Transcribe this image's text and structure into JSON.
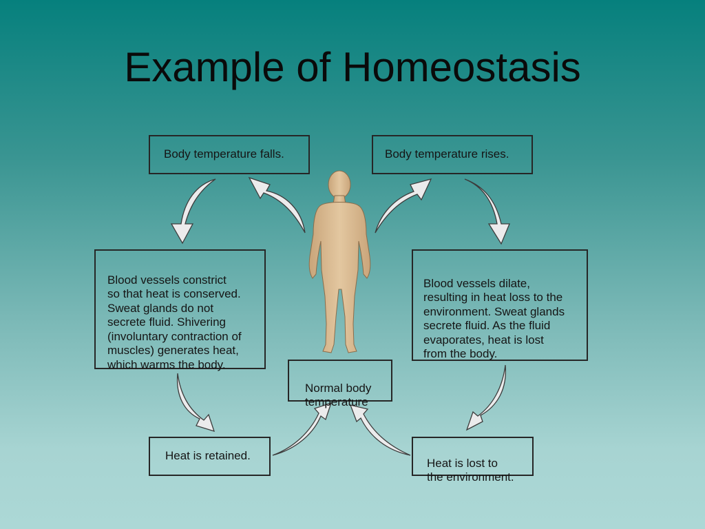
{
  "title": "Example of Homeostasis",
  "boxes": {
    "temp_falls": "Body temperature falls.",
    "temp_rises": "Body temperature rises.",
    "constrict": "Blood vessels constrict\nso that heat is conserved.\nSweat glands do not\nsecrete fluid. Shivering\n(involuntary contraction of\nmuscles) generates heat,\nwhich warms the body.",
    "dilate": "Blood vessels dilate,\nresulting in heat loss to the\nenvironment. Sweat glands\nsecrete fluid. As the fluid\nevaporates, heat is lost\nfrom the body.",
    "normal": "Normal body\ntemperature",
    "retained": "Heat is retained.",
    "lost": "Heat is lost to\nthe environment."
  },
  "colors": {
    "background_top": "#06807d",
    "background_bottom": "#acd8d6",
    "box_border": "#262626",
    "arrow_fill": "#ebebec",
    "figure_skin": "#d8b992"
  },
  "icons": {
    "arrow": "curved-arrow-icon",
    "figure": "human-figure-icon"
  }
}
